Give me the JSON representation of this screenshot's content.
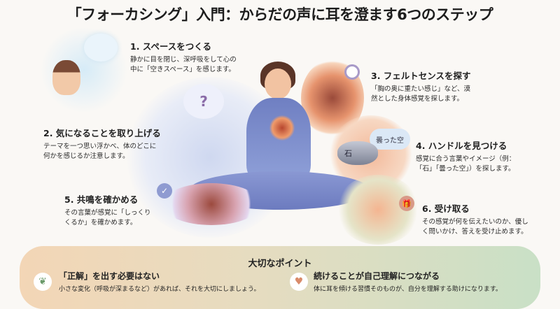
{
  "title": "「フォーカシング」入門：からだの声に耳を澄ます6つのステップ",
  "steps": [
    {
      "heading": "1. スペースをつくる",
      "desc": "静かに目を閉じ、深呼吸をして心の\n中に「空きスペース」を感じます。"
    },
    {
      "heading": "2. 気になることを取り上げる",
      "desc": "テーマを一つ思い浮かべ、体のどこに\n何かを感じるか注意します。"
    },
    {
      "heading": "3. フェルトセンスを探す",
      "desc": "「胸の奥に重たい感じ」など、漠\n然とした身体感覚を探します。"
    },
    {
      "heading": "4. ハンドルを見つける",
      "desc": "感覚に合う言葉やイメージ（例：\n「石」「曇った空」）を探します。"
    },
    {
      "heading": "5. 共鳴を確かめる",
      "desc": "その言葉が感覚に「しっくり\nくるか」を確かめます。"
    },
    {
      "heading": "6. 受け取る",
      "desc": "その感覚が何を伝えたいのか、優し\nく問いかけ、答えを受け止めます。"
    }
  ],
  "illustration_labels": {
    "stone": "石",
    "cloud": "曇った空",
    "question": "?"
  },
  "points": {
    "heading": "大切なポイント",
    "items": [
      {
        "icon": "leaf-icon",
        "heading": "「正解」を出す必要はない",
        "desc": "小さな変化（呼吸が深まるなど）があれば、それを大切にしましょう。"
      },
      {
        "icon": "heart-icon",
        "heading": "続けることが自己理解につながる",
        "desc": "体に耳を傾ける習慣そのものが、自分を理解する助けになります。"
      }
    ]
  }
}
